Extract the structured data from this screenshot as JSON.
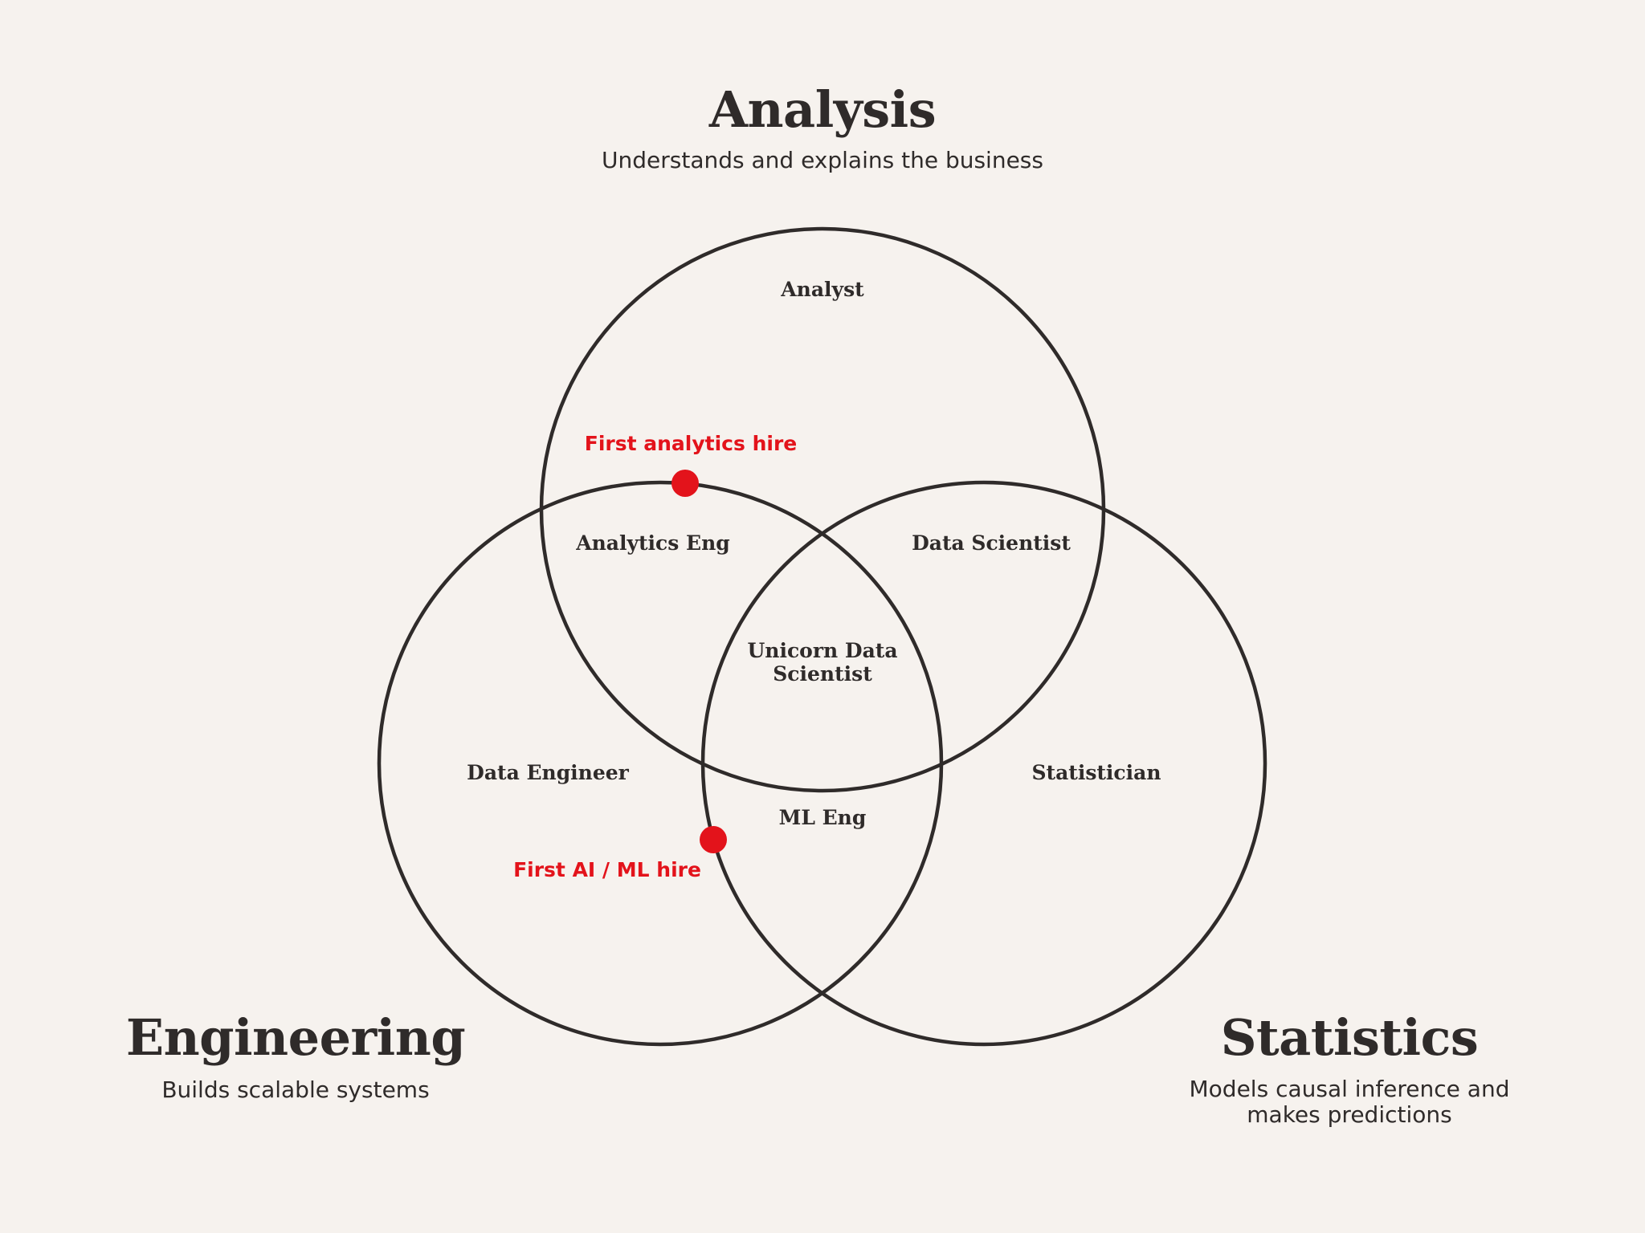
{
  "sets": {
    "analysis": {
      "title": "Analysis",
      "subtitle": "Understands and explains the business"
    },
    "engineering": {
      "title": "Engineering",
      "subtitle": "Builds scalable systems"
    },
    "statistics": {
      "title": "Statistics",
      "subtitle_line1": "Models causal inference and",
      "subtitle_line2": "makes predictions"
    }
  },
  "regions": {
    "analyst": "Analyst",
    "analytics_eng": "Analytics Eng",
    "data_scientist": "Data Scientist",
    "unicorn_line1": "Unicorn Data",
    "unicorn_line2": "Scientist",
    "data_engineer": "Data Engineer",
    "statistician": "Statistician",
    "ml_eng": "ML Eng"
  },
  "markers": {
    "first_analytics_hire": "First analytics hire",
    "first_ai_ml_hire": "First AI / ML hire"
  },
  "colors": {
    "background": "#f6f2ee",
    "ink": "#2f2b2a",
    "accent": "#e3131b"
  }
}
